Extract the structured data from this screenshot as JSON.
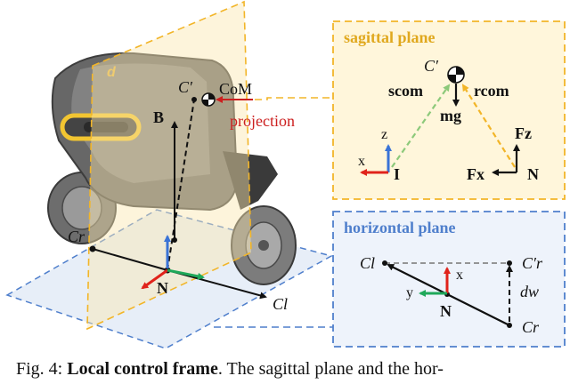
{
  "figure": {
    "labels": {
      "c_prime": "C′",
      "com": "CoM",
      "projection": "projection",
      "b": "B",
      "c_r": "Cr",
      "c_l": "Cl",
      "n": "N",
      "robot_logo": "d"
    },
    "sagittal_panel": {
      "title": "sagittal plane",
      "c_prime": "C′",
      "s_com": "scom",
      "r_com": "rcom",
      "mg": "mg",
      "z": "z",
      "x": "x",
      "i": "I",
      "f_z": "Fz",
      "f_x": "Fx",
      "n": "N"
    },
    "horizontal_panel": {
      "title": "horizontal plane",
      "c_l": "Cl",
      "c_r_prime": "C′r",
      "x": "x",
      "y": "y",
      "n": "N",
      "d_w": "dw",
      "c_r": "Cr"
    },
    "colors": {
      "sagittal_border": "#f2b528",
      "sagittal_fill": "#fff6db",
      "horizontal_border": "#4f7fcc",
      "horizontal_fill": "#eef3fb",
      "axis_red": "#e0231b",
      "axis_green": "#1fa85a",
      "axis_blue": "#3a73d6",
      "projection_red": "#cc1f1f"
    }
  },
  "caption": {
    "prefix": "Fig. 4: ",
    "bold": "Local control frame",
    "text": ". The sagittal plane and the hor-"
  }
}
